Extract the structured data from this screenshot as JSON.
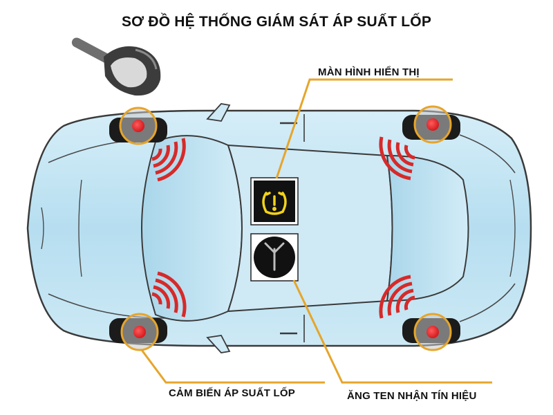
{
  "title": "SƠ ĐỒ HỆ THỐNG GIÁM SÁT ÁP SUẤT LỐP",
  "labels": {
    "display": "MÀN HÌNH HIỂN THỊ",
    "sensor": "CẢM BIẾN ÁP SUẤT LỐP",
    "antenna": "ĂNG TEN NHẬN TÍN HIỆU"
  },
  "icons": {
    "tpms_warning": "tpms-warning-icon",
    "antenna": "antenna-icon",
    "sensor_valve": "tpms-sensor-valve-icon",
    "wheel_sensor": "wheel-sensor-icon",
    "signal_waves": "signal-waves-icon"
  },
  "colors": {
    "car_body": "#bfe3f2",
    "car_outline": "#3a3a3a",
    "leader_line": "#e6a52a",
    "sensor_dot": "#e3262b",
    "signal": "#d62a2a",
    "warning_icon": "#f2d21b",
    "panel_bg": "#111111"
  }
}
